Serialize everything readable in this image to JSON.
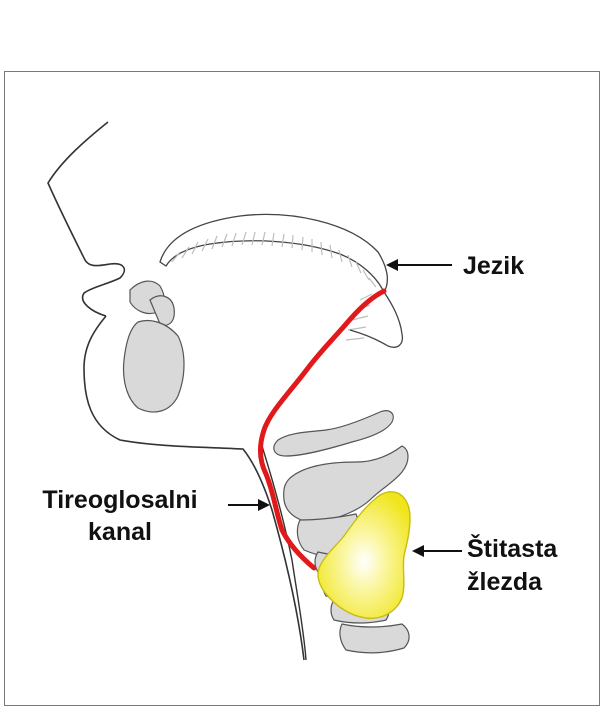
{
  "labels": {
    "tongue": "Jezik",
    "duct_line1": "Tireoglosalni",
    "duct_line2": "kanal",
    "thyroid_line1": "Štitasta",
    "thyroid_line2": "žlezda"
  },
  "colors": {
    "duct": "#e2191b",
    "thyroid": "#f0e51a",
    "bone": "#d9d9d9",
    "outline": "#333333"
  }
}
